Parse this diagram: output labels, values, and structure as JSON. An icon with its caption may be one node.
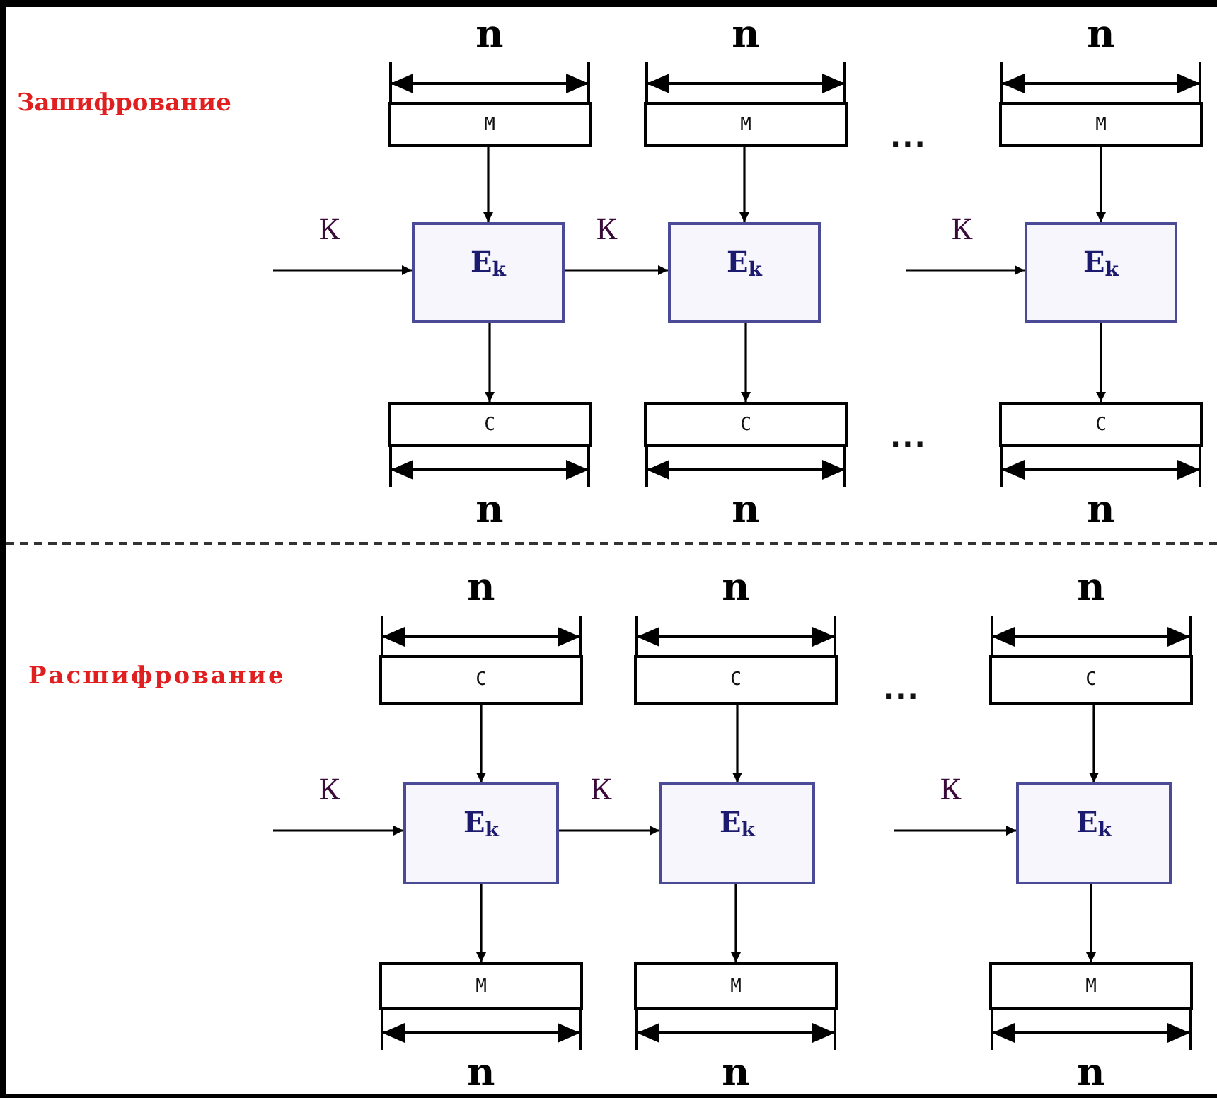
{
  "diagram": {
    "nodes": [
      {
        "text": [
          "М"
        ],
        "beside": [
          "n"
        ]
      },
      {
        "text": [
          "E$_{k}$"
        ]
      },
      {
        "text": [
          "С"
        ],
        "beside": [
          "n"
        ]
      },
      {
        "text": [
          "М"
        ],
        "beside": [
          "n"
        ]
      },
      {
        "text": [
          "E$_{k}$"
        ]
      },
      {
        "text": [
          "С"
        ],
        "beside": [
          "n"
        ]
      },
      {
        "text": [
          "М"
        ],
        "beside": [
          "n"
        ]
      },
      {
        "text": [
          "E$_{k}$"
        ]
      },
      {
        "text": [
          "С"
        ],
        "beside": [
          "n"
        ]
      },
      {
        "text": [
          "С"
        ],
        "beside": [
          "n"
        ]
      },
      {
        "text": [
          "E$_{k}$"
        ]
      },
      {
        "text": [
          "М"
        ],
        "beside": [
          "n"
        ]
      },
      {
        "text": [
          "С"
        ],
        "beside": [
          "n"
        ]
      },
      {
        "text": [
          "E$_{k}$"
        ]
      },
      {
        "text": [
          "М"
        ],
        "beside": [
          "n"
        ]
      },
      {
        "text": [
          "С"
        ],
        "beside": [
          "n"
        ]
      },
      {
        "text": [
          "E$_{k}$"
        ]
      },
      {
        "text": [
          "М"
        ],
        "beside": [
          "n"
        ]
      }
    ],
    "edges": [
      {
        "from": 0,
        "to": 1,
        "arrow": "to"
      },
      {
        "from": 1,
        "to": 2,
        "arrow": "to"
      },
      {
        "from": null,
        "to": 1,
        "arrow": "to",
        "label": "К"
      },
      {
        "from": 3,
        "to": 4,
        "arrow": "to"
      },
      {
        "from": 4,
        "to": 5,
        "arrow": "to"
      },
      {
        "from": 1,
        "to": 4,
        "arrow": "to",
        "label": "К"
      },
      {
        "from": 6,
        "to": 7,
        "arrow": "to"
      },
      {
        "from": 7,
        "to": 8,
        "arrow": "to"
      },
      {
        "from": null,
        "to": 7,
        "arrow": "to",
        "label": "К"
      },
      {
        "from": 9,
        "to": 10,
        "arrow": "to"
      },
      {
        "from": 10,
        "to": 11,
        "arrow": "to"
      },
      {
        "from": null,
        "to": 10,
        "arrow": "to",
        "label": "К"
      },
      {
        "from": 12,
        "to": 13,
        "arrow": "to"
      },
      {
        "from": 13,
        "to": 14,
        "arrow": "to"
      },
      {
        "from": 10,
        "to": 13,
        "arrow": "to",
        "label": "К"
      },
      {
        "from": 15,
        "to": 16,
        "arrow": "to"
      },
      {
        "from": 16,
        "to": 17,
        "arrow": "to"
      },
      {
        "from": null,
        "to": 16,
        "arrow": "to",
        "label": "К"
      }
    ],
    "labels": [
      "Зашифрование",
      "...",
      "...",
      "Расшифрование",
      "..."
    ]
  }
}
